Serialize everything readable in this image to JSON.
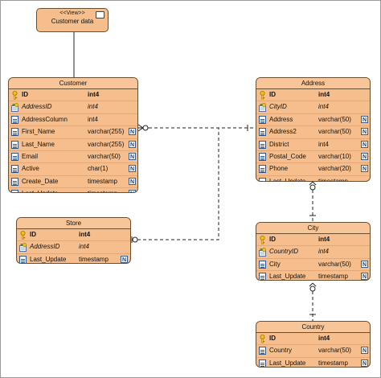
{
  "view": {
    "stereotype": "<<View>>",
    "name": "Customer data"
  },
  "entities": {
    "customer": {
      "title": "Customer",
      "rows": [
        {
          "name": "ID",
          "type": "int4",
          "kind": "pk"
        },
        {
          "name": "AddressID",
          "type": "int4",
          "kind": "fk"
        },
        {
          "name": "AddressColumn",
          "type": "int4",
          "kind": "col"
        },
        {
          "name": "First_Name",
          "type": "varchar(255)",
          "kind": "col",
          "nullable": "N"
        },
        {
          "name": "Last_Name",
          "type": "varchar(255)",
          "kind": "col",
          "nullable": "N"
        },
        {
          "name": "Email",
          "type": "varchar(50)",
          "kind": "col",
          "nullable": "N"
        },
        {
          "name": "Active",
          "type": "char(1)",
          "kind": "col",
          "nullable": "N"
        },
        {
          "name": "Create_Date",
          "type": "timestamp",
          "kind": "col",
          "nullable": "N"
        },
        {
          "name": "Last_Update",
          "type": "timestamp",
          "kind": "col",
          "nullable": "N"
        }
      ]
    },
    "address": {
      "title": "Address",
      "rows": [
        {
          "name": "ID",
          "type": "int4",
          "kind": "pk"
        },
        {
          "name": "CityID",
          "type": "int4",
          "kind": "fk"
        },
        {
          "name": "Address",
          "type": "varchar(50)",
          "kind": "col",
          "nullable": "N"
        },
        {
          "name": "Address2",
          "type": "varchar(50)",
          "kind": "col",
          "nullable": "N"
        },
        {
          "name": "District",
          "type": "int4",
          "kind": "col",
          "nullable": "N"
        },
        {
          "name": "Postal_Code",
          "type": "varchar(10)",
          "kind": "col",
          "nullable": "N"
        },
        {
          "name": "Phone",
          "type": "varchar(20)",
          "kind": "col",
          "nullable": "N"
        },
        {
          "name": "Last_Update",
          "type": "timestamp",
          "kind": "col"
        }
      ]
    },
    "store": {
      "title": "Store",
      "rows": [
        {
          "name": "ID",
          "type": "int4",
          "kind": "pk"
        },
        {
          "name": "AddressID",
          "type": "int4",
          "kind": "fk"
        },
        {
          "name": "Last_Update",
          "type": "timestamp",
          "kind": "col",
          "nullable": "N"
        }
      ]
    },
    "city": {
      "title": "City",
      "rows": [
        {
          "name": "ID",
          "type": "int4",
          "kind": "pk"
        },
        {
          "name": "CountryID",
          "type": "int4",
          "kind": "fk"
        },
        {
          "name": "City",
          "type": "varchar(50)",
          "kind": "col",
          "nullable": "N"
        },
        {
          "name": "Last_Update",
          "type": "timestamp",
          "kind": "col",
          "nullable": "N"
        }
      ]
    },
    "country": {
      "title": "Country",
      "rows": [
        {
          "name": "ID",
          "type": "int4",
          "kind": "pk"
        },
        {
          "name": "Country",
          "type": "varchar(50)",
          "kind": "col",
          "nullable": "N"
        },
        {
          "name": "Last_Update",
          "type": "timestamp",
          "kind": "col",
          "nullable": "N"
        }
      ]
    }
  },
  "colors": {
    "entity_fill": "#f5be8c",
    "entity_border": "#6a5030",
    "line": "#222222"
  }
}
